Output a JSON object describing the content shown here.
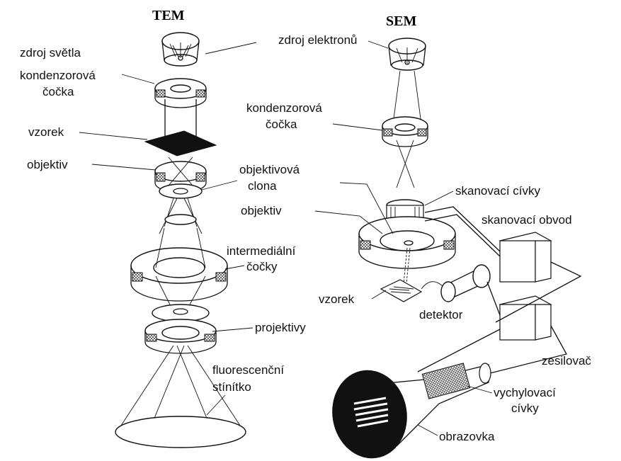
{
  "tem": {
    "title": "TEM",
    "labels": {
      "light_source": "zdroj světla",
      "condenser": "kondenzorová",
      "condenser2": "čočka",
      "specimen": "vzorek",
      "objective": "objektiv",
      "intermediate": "intermediální",
      "intermediate2": "čočky",
      "projector": "projektivy",
      "screen": "fluorescenční",
      "screen2": "stínítko"
    }
  },
  "sem": {
    "title": "SEM",
    "labels": {
      "electron_source": "zdroj elektronů",
      "condenser": "kondenzorová",
      "condenser2": "čočka",
      "aperture": "objektivová",
      "aperture2": "clona",
      "scan_coils": "skanovací cívky",
      "objective": "objektiv",
      "scan_circuit": "skanovací obvod",
      "specimen": "vzorek",
      "detector": "detektor",
      "amplifier": "zesilovač",
      "deflection": "vychylovací",
      "deflection2": "cívky",
      "crt": "obrazovka"
    }
  }
}
